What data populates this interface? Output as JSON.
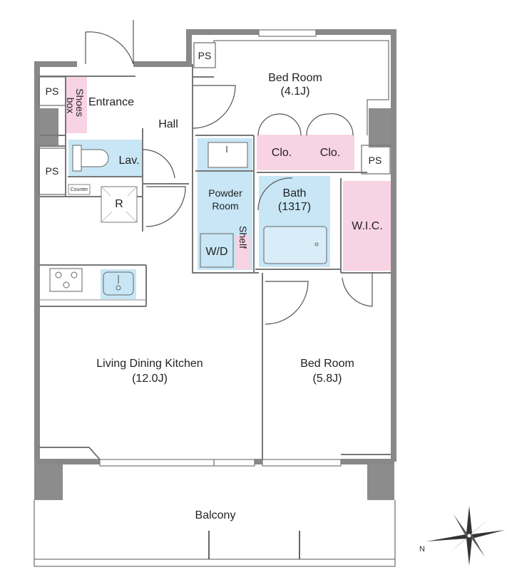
{
  "rooms": {
    "bedroom_top": {
      "name": "Bed Room",
      "size": "(4.1J)"
    },
    "bedroom_bottom": {
      "name": "Bed Room",
      "size": "(5.8J)"
    },
    "ldk": {
      "name": "Living Dining Kitchen",
      "size": "(12.0J)"
    },
    "hall": "Hall",
    "entrance": "Entrance",
    "shoes_box": [
      "Shoes",
      "box"
    ],
    "lavatory": "Lav.",
    "counter": "Counter",
    "refrigerator": "R",
    "powder_room": [
      "Powder",
      "Room"
    ],
    "washer_dryer": "W/D",
    "shelf": "Shelf",
    "bath": {
      "name": "Bath",
      "size": "(1317)"
    },
    "closet_1": "Clo.",
    "closet_2": "Clo.",
    "wic": "W.I.C.",
    "balcony": "Balcony",
    "ps_labels": [
      "PS",
      "PS",
      "PS",
      "PS"
    ]
  },
  "compass": {
    "north_label": "N"
  },
  "colors": {
    "wet_area": "#c8e6f5",
    "storage": "#f8d3e3",
    "wall": "#888888",
    "column": "#8c8c8c"
  }
}
